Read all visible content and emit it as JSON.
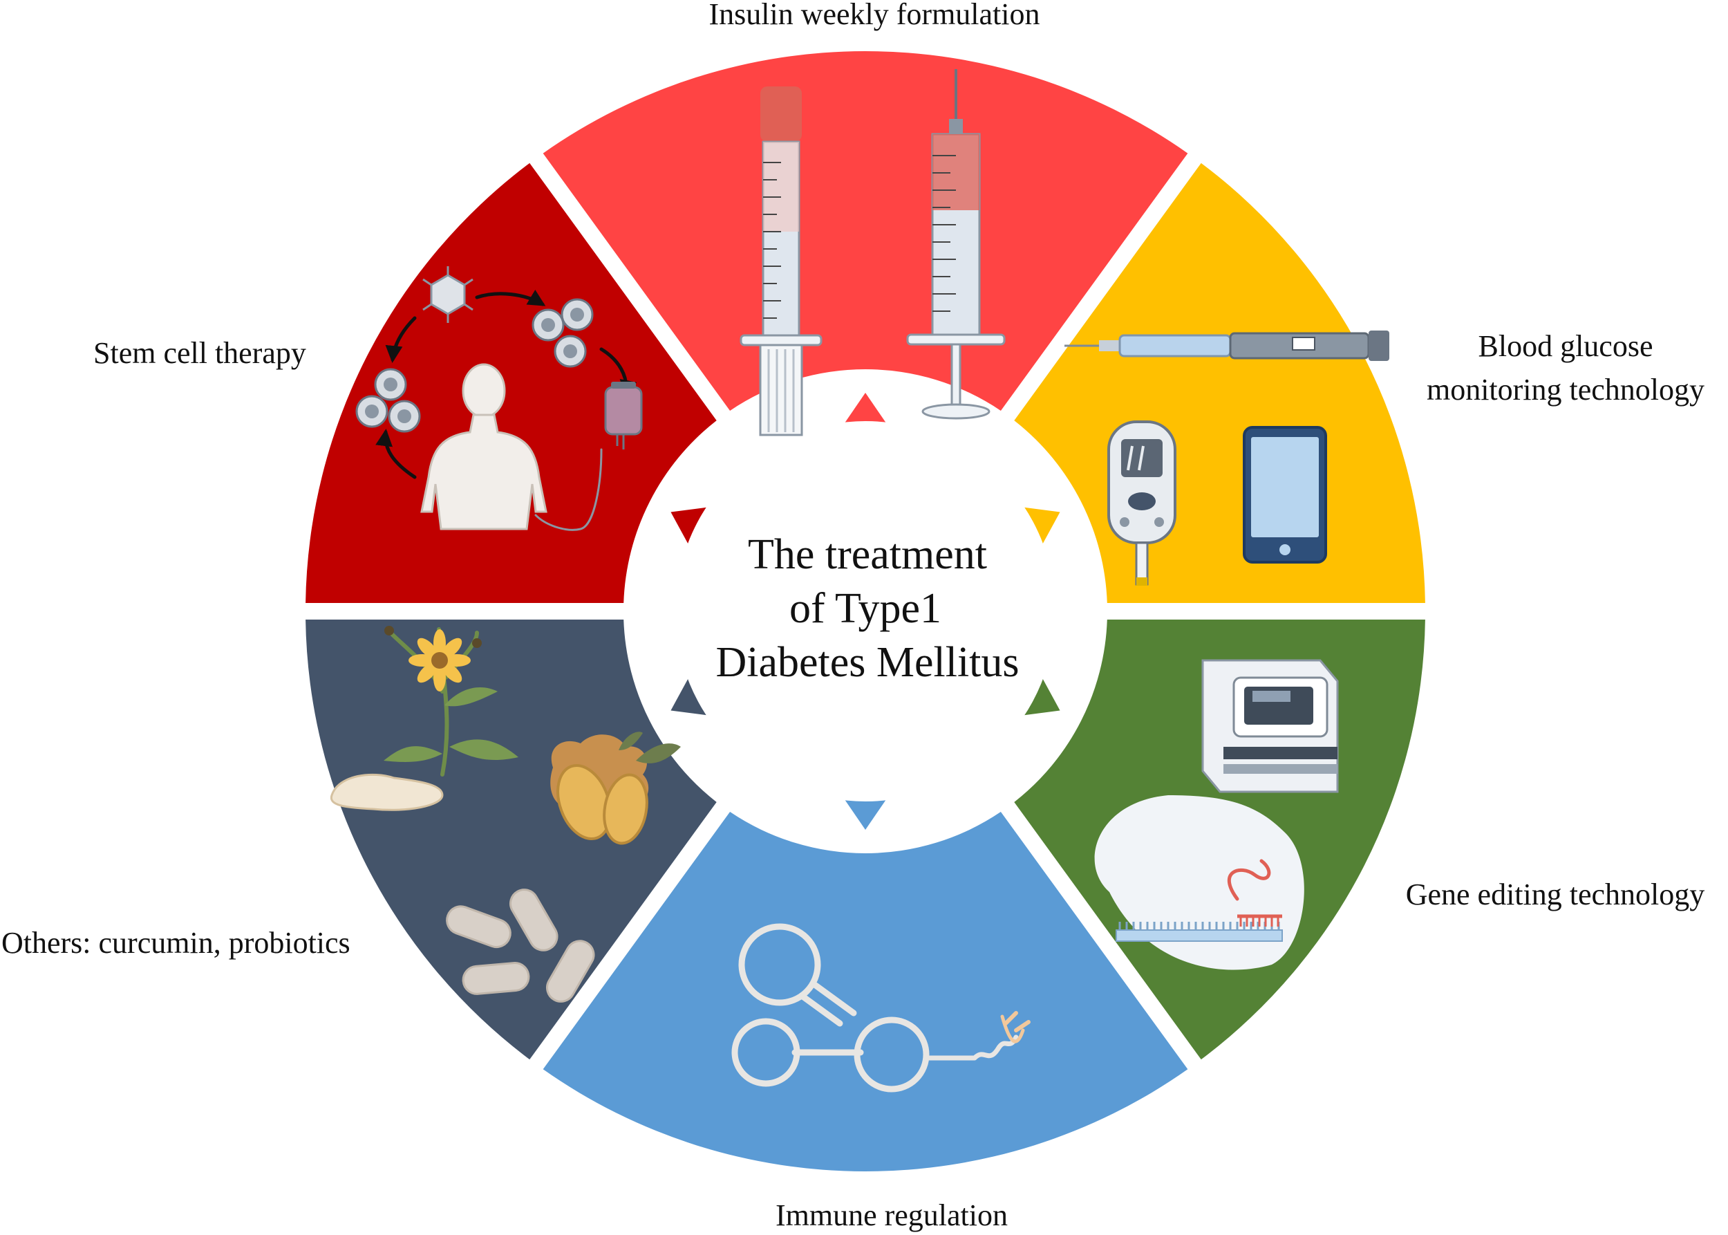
{
  "center": {
    "lines": [
      "The treatment",
      "of Type1",
      "Diabetes Mellitus"
    ]
  },
  "segments": [
    {
      "id": "insulin",
      "label_lines": [
        "Insulin weekly formulation"
      ],
      "color": "#ff4444"
    },
    {
      "id": "glucose",
      "label_lines": [
        "Blood glucose",
        "monitoring technology"
      ],
      "color": "#ffc000"
    },
    {
      "id": "gene",
      "label_lines": [
        "Gene editing technology"
      ],
      "color": "#548235"
    },
    {
      "id": "immune",
      "label_lines": [
        "Immune regulation"
      ],
      "color": "#5b9bd5"
    },
    {
      "id": "others",
      "label_lines": [
        "Others: curcumin, probiotics"
      ],
      "color": "#44546a"
    },
    {
      "id": "stem",
      "label_lines": [
        "Stem cell therapy"
      ],
      "color": "#c00000"
    }
  ],
  "icons": {
    "insulin": [
      "syringe-icon",
      "syringe-needle-icon"
    ],
    "glucose": [
      "insulin-pen-icon",
      "glucose-meter-icon",
      "smartphone-icon"
    ],
    "gene": [
      "sequencer-machine-icon",
      "crispr-rna-icon"
    ],
    "immune": [
      "rna-hairpin-icon"
    ],
    "others": [
      "sunflower-plant-icon",
      "ginger-root-icon",
      "probiotic-bacteria-icon"
    ],
    "stem": [
      "stem-cell-cycle-icon",
      "human-body-icon",
      "iv-bag-icon"
    ]
  }
}
